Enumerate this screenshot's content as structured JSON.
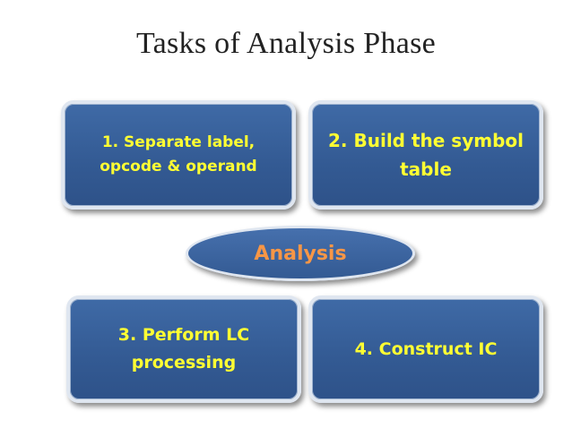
{
  "title": "Tasks of Analysis Phase",
  "center": {
    "label": "Analysis"
  },
  "tasks": [
    {
      "line1": "1. Separate label,",
      "line2": "opcode & operand"
    },
    {
      "line1": "2. Build the symbol",
      "line2": "table"
    },
    {
      "line1": "3. Perform LC",
      "line2": "processing"
    },
    {
      "line1": "4. Construct IC",
      "line2": ""
    }
  ],
  "colors": {
    "box_fill": "#335a93",
    "box_text": "#ffff33",
    "center_text": "#f79646"
  }
}
